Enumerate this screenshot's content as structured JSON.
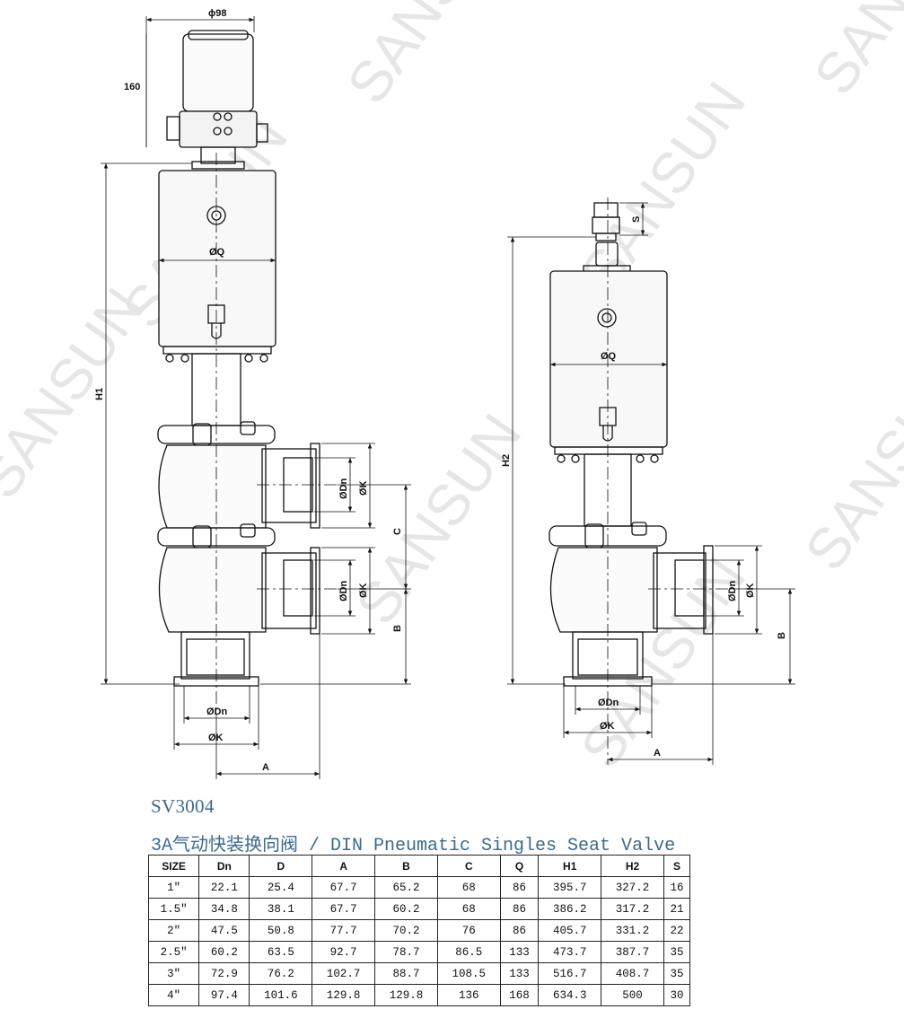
{
  "drawing": {
    "top_width_dim": "ϕ98",
    "top_height_dim": "160",
    "left": {
      "h1": "H1",
      "q": "ØQ",
      "dn_upper": "ØDn",
      "k_upper": "ØK",
      "c": "C",
      "dn_lower": "ØDn",
      "k_lower": "ØK",
      "b": "B",
      "dn_bottom": "ØDn",
      "k_bottom": "ØK",
      "a": "A"
    },
    "right": {
      "s": "S",
      "h2": "H2",
      "q": "ØQ",
      "dn_side": "ØDn",
      "k_side": "ØK",
      "b": "B",
      "dn_bottom": "ØDn",
      "k_bottom": "ØK",
      "a": "A"
    },
    "watermark": "SANSUN"
  },
  "spec": {
    "model": "SV3004",
    "subtitle": "3A气动快装换向阀 / DIN Pneumatic Singles Seat Valve",
    "headers": [
      "SIZE",
      "Dn",
      "D",
      "A",
      "B",
      "C",
      "Q",
      "H1",
      "H2",
      "S"
    ],
    "rows": [
      [
        "1\"",
        "22.1",
        "25.4",
        "67.7",
        "65.2",
        "68",
        "86",
        "395.7",
        "327.2",
        "16"
      ],
      [
        "1.5\"",
        "34.8",
        "38.1",
        "67.7",
        "60.2",
        "68",
        "86",
        "386.2",
        "317.2",
        "21"
      ],
      [
        "2\"",
        "47.5",
        "50.8",
        "77.7",
        "70.2",
        "76",
        "86",
        "405.7",
        "331.2",
        "22"
      ],
      [
        "2.5\"",
        "60.2",
        "63.5",
        "92.7",
        "78.7",
        "86.5",
        "133",
        "473.7",
        "387.7",
        "35"
      ],
      [
        "3\"",
        "72.9",
        "76.2",
        "102.7",
        "88.7",
        "108.5",
        "133",
        "516.7",
        "408.7",
        "35"
      ],
      [
        "4\"",
        "97.4",
        "101.6",
        "129.8",
        "129.8",
        "136",
        "168",
        "634.3",
        "500",
        "30"
      ]
    ]
  }
}
